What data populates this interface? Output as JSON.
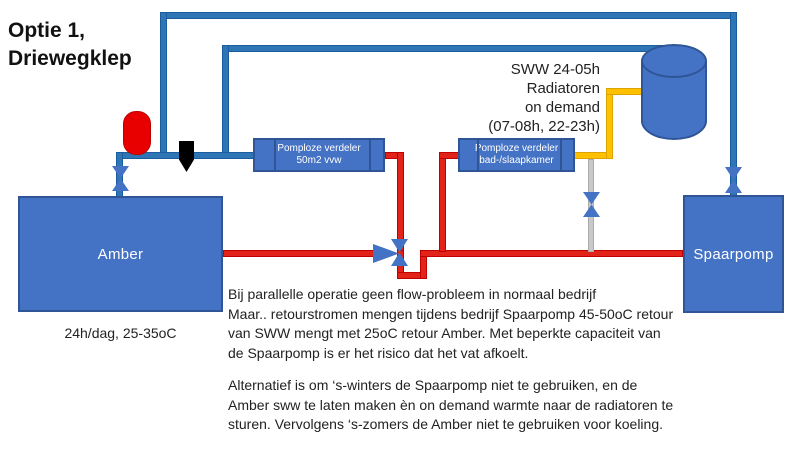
{
  "title": {
    "line1": "Optie 1,",
    "line2": "Driewegklep"
  },
  "colors": {
    "box-blue": "#4472C4",
    "box-border": "#2F5597",
    "pipe-blue": "#2E75B6",
    "pipe-blue-border": "#1B5C9E",
    "pipe-red": "#E2231A",
    "pipe-red-border": "#C00000",
    "pipe-yellow": "#FFC000",
    "pipe-yellow-border": "#DDA400",
    "pipe-gray": "#C8C8C8",
    "pipe-gray-border": "#ABABAB",
    "valve-blue": "#4472C4",
    "vessel-red": "#E80000",
    "vessel-red-border": "#BB0000"
  },
  "equipment": {
    "amber": {
      "label": "Amber",
      "schedule": "24h/dag, 25-35oC"
    },
    "spaarpomp": {
      "label": "Spaarpomp"
    },
    "manifold_left": {
      "line1": "Pomploze verdeler",
      "line2": "50m2 vvw"
    },
    "manifold_right": {
      "line1": "Pomploze verdeler",
      "line2": "bad-/slaapkamer"
    }
  },
  "annotations": {
    "sww": [
      "SWW 24-05h",
      "Radiatoren",
      "on demand",
      "(07-08h, 22-23h)"
    ],
    "para1": [
      "Bij parallelle operatie geen flow-probleem in normaal bedrijf",
      "Maar.. retourstromen mengen tijdens bedrijf Spaarpomp 45-50oC retour",
      "van SWW mengt met 25oC retour Amber. Met beperkte capaciteit van",
      "de Spaarpomp is er het risico dat het vat afkoelt."
    ],
    "para2": [
      "Alternatief is om ‘s-winters de Spaarpomp niet te gebruiken, en de",
      "Amber sww te laten maken èn on demand warmte naar de radiatoren te",
      "sturen. Vervolgens ‘s-zomers de Amber niet te gebruiken voor koeling."
    ]
  }
}
